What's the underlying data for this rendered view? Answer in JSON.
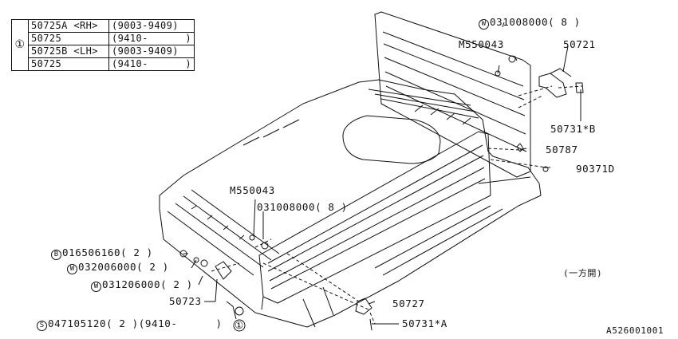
{
  "table": {
    "key": "①",
    "rows": [
      {
        "part": "50725A <RH>",
        "range_open": "(9003-9409)",
        "range_close": ""
      },
      {
        "part": "50725",
        "range_open": "(9410-",
        "range_close": ")"
      },
      {
        "part": "50725B <LH>",
        "range_open": "(9003-9409)",
        "range_close": ""
      },
      {
        "part": "50725",
        "range_open": "(9410-",
        "range_close": ")"
      }
    ]
  },
  "labels": {
    "w_top": {
      "prefix": "W",
      "text": "031008000( 8 )"
    },
    "m_top": "M550043",
    "p50721": "50721",
    "p50731b": "50731*B",
    "p50787": "50787",
    "p90371": "90371D",
    "m_mid": "M550043",
    "q_mid": "031008000( 8 )",
    "b_bolt": {
      "prefix": "B",
      "text": "016506160( 2 )"
    },
    "w_032": {
      "prefix": "W",
      "text": "032006000( 2 )"
    },
    "w_031": {
      "prefix": "W",
      "text": "031206000( 2 )"
    },
    "p50723": "50723",
    "s_screw": {
      "prefix": "S",
      "text": "047105120( 2 )(9410-",
      "suffix": ")"
    },
    "key_marker": "①",
    "p50727": "50727",
    "p50731a": "50731*A",
    "one_side": "(一方開)",
    "drawing_no": "A526001001"
  }
}
